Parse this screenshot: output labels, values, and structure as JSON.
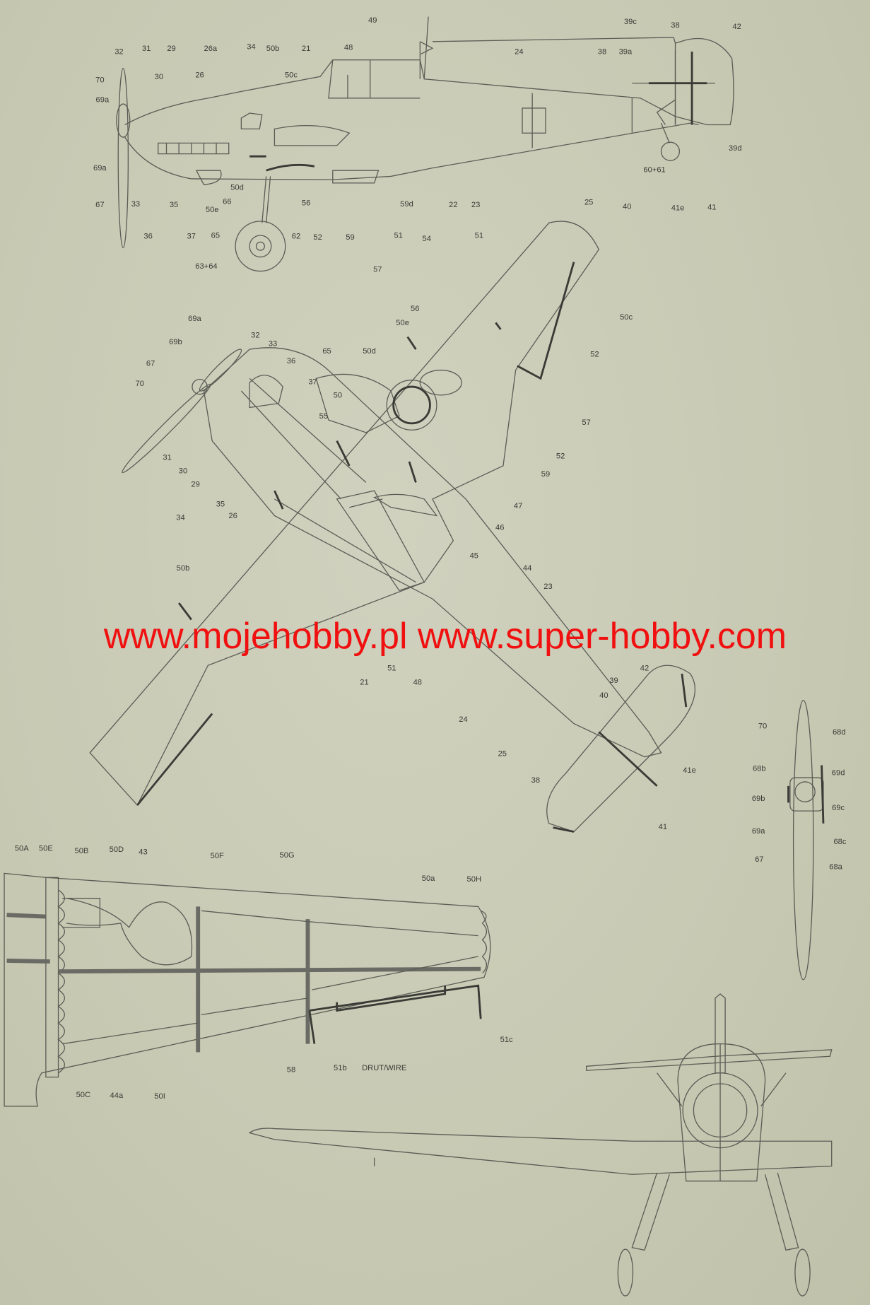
{
  "side_view": {
    "labels": [
      "49",
      "39c",
      "38",
      "42",
      "32",
      "31",
      "29",
      "26a",
      "34",
      "50b",
      "21",
      "48",
      "24",
      "38",
      "39a",
      "70",
      "30",
      "26",
      "50c",
      "69a",
      "69a",
      "67",
      "33",
      "36",
      "35",
      "37",
      "50e",
      "50d",
      "66",
      "56",
      "65",
      "62",
      "52",
      "59",
      "51",
      "54",
      "57",
      "59d",
      "22",
      "23",
      "25",
      "40",
      "41e",
      "41",
      "39d",
      "60+61",
      "63+64"
    ]
  },
  "top_view": {
    "labels": [
      "51",
      "56",
      "50e",
      "50c",
      "50d",
      "65",
      "52",
      "69a",
      "69b",
      "32",
      "33",
      "36",
      "67",
      "37",
      "70",
      "50",
      "55",
      "57",
      "31",
      "52",
      "30",
      "59",
      "29",
      "35",
      "26",
      "47",
      "34",
      "46",
      "45",
      "44",
      "50b",
      "23",
      "51",
      "21",
      "48",
      "42",
      "39",
      "40",
      "24",
      "25",
      "41e",
      "38",
      "41"
    ]
  },
  "propeller_view": {
    "labels": [
      "70",
      "68d",
      "68b",
      "69d",
      "69b",
      "69c",
      "69a",
      "68c",
      "67",
      "68a"
    ]
  },
  "wing_view": {
    "labels": [
      "50A",
      "50E",
      "50B",
      "50D",
      "43",
      "50F",
      "50G",
      "50a",
      "50H",
      "51c",
      "58",
      "51b",
      "DRUT/WIRE",
      "50C",
      "44a",
      "50I"
    ]
  },
  "watermark": {
    "text": "www.mojehobby.pl www.super-hobby.com",
    "color": "#f01010"
  }
}
